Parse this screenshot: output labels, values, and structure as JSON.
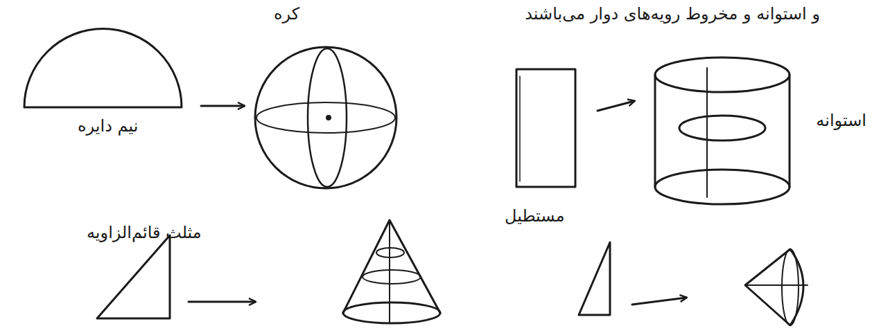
{
  "diagram": {
    "labels": [
      "و استوانه و مخروط رویه‌های دوار می‌باشند",
      "کره",
      "نیم دایره",
      "استوانه",
      "مستطیل",
      "مثلث قائم‌الزاویه"
    ]
  }
}
